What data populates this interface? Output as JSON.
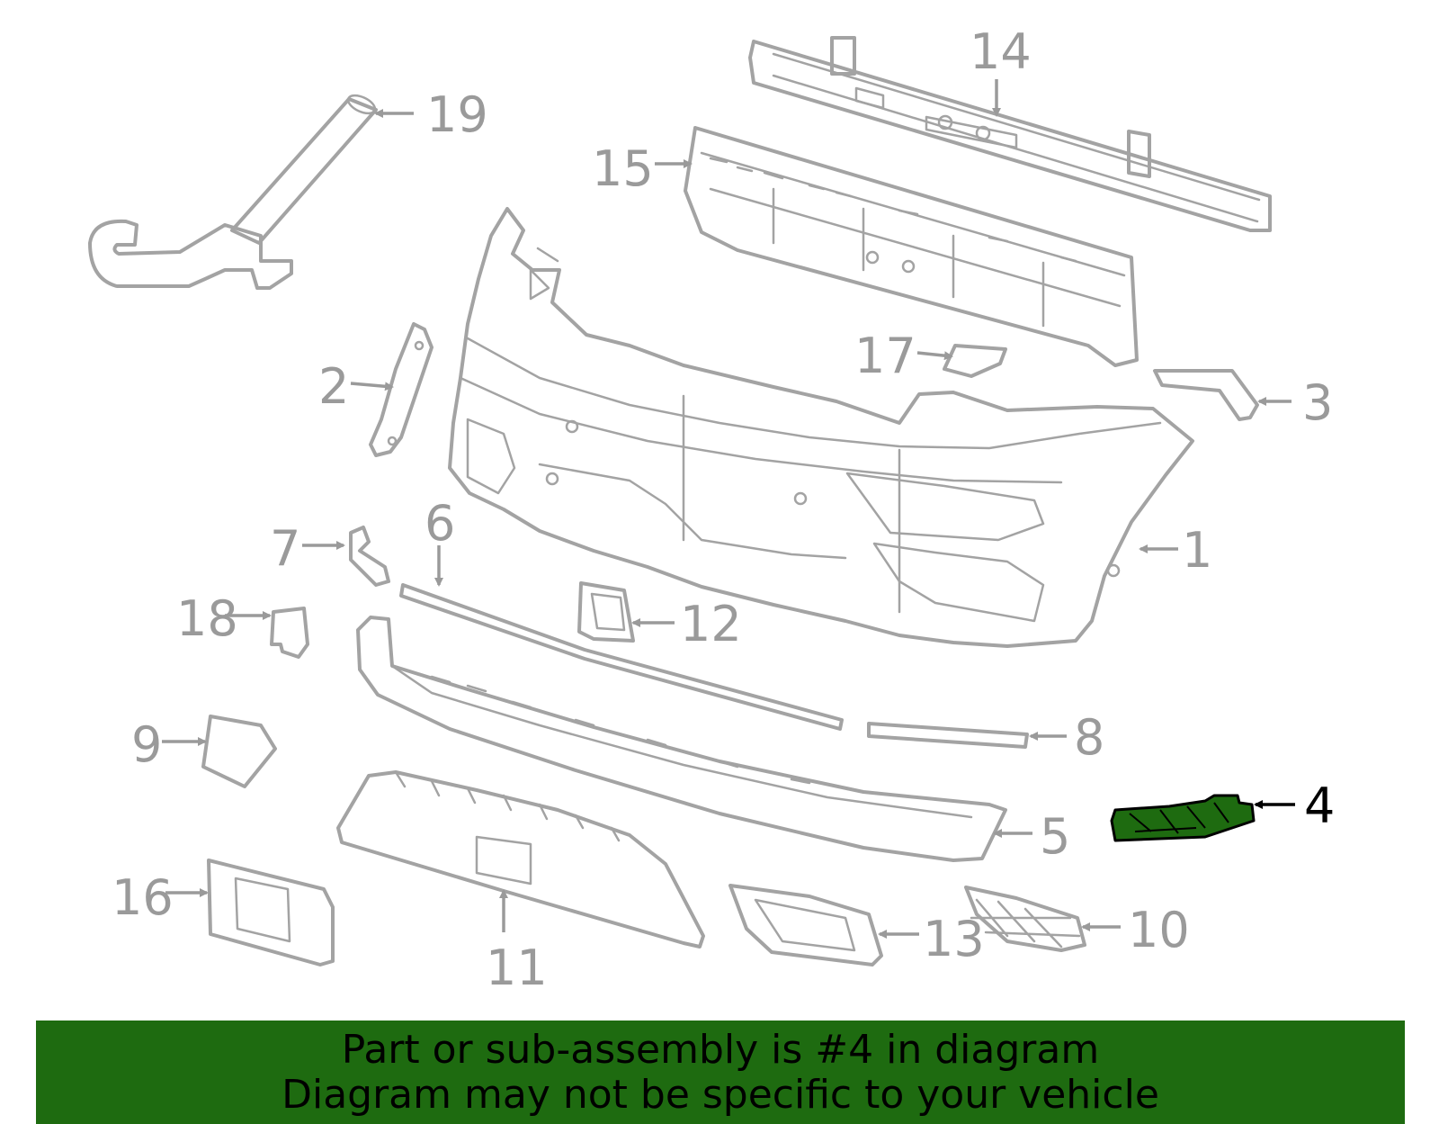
{
  "diagram": {
    "callouts": {
      "c1": "1",
      "c2": "2",
      "c3": "3",
      "c4": "4",
      "c5": "5",
      "c6": "6",
      "c7": "7",
      "c8": "8",
      "c9": "9",
      "c10": "10",
      "c11": "11",
      "c12": "12",
      "c13": "13",
      "c14": "14",
      "c15": "15",
      "c16": "16",
      "c17": "17",
      "c18": "18",
      "c19": "19"
    },
    "highlight_part": "4",
    "colors": {
      "highlight": "#1e6b10",
      "parts": "#a3a3a3",
      "banner": "#1e6b10"
    }
  },
  "banner": {
    "line1": "Part or sub-assembly is #4 in diagram",
    "line2": "Diagram may not be specific to your vehicle"
  }
}
